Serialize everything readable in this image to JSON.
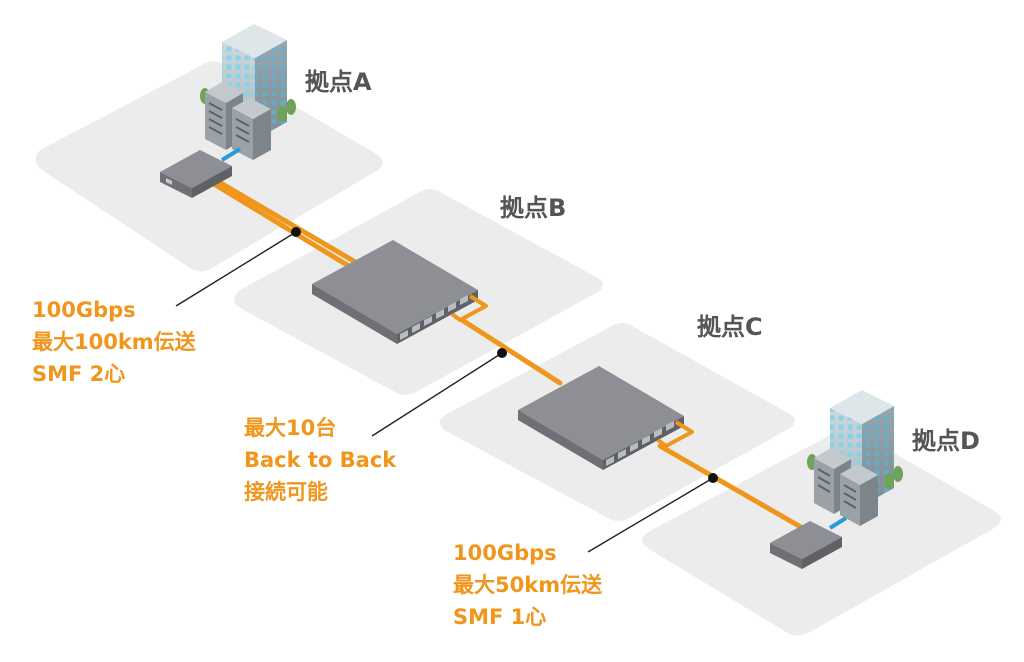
{
  "diagram": {
    "sites": [
      {
        "label": "拠点A"
      },
      {
        "label": "拠点B"
      },
      {
        "label": "拠点C"
      },
      {
        "label": "拠点D"
      }
    ],
    "callouts": [
      {
        "lines": [
          "100Gbps",
          "最大100km伝送",
          "SMF 2心"
        ]
      },
      {
        "lines": [
          "最大10台",
          "Back to Back",
          "接続可能"
        ]
      },
      {
        "lines": [
          "100Gbps",
          "最大50km伝送",
          "SMF 1心"
        ]
      }
    ]
  },
  "colors": {
    "fiber": "#f0961c",
    "lan": "#2a9bd6",
    "platform": "#ececec",
    "device": "#8d8f95",
    "label": "#555555",
    "callout": "#f0961c"
  }
}
